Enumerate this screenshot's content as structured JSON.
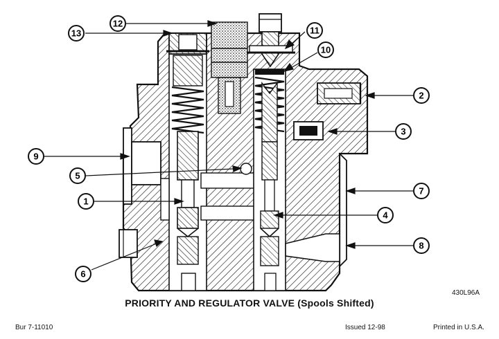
{
  "diagram": {
    "title": "PRIORITY AND REGULATOR VALVE (Spools Shifted)",
    "figure_id": "430L96A",
    "callouts": [
      "1",
      "2",
      "3",
      "4",
      "5",
      "6",
      "7",
      "8",
      "9",
      "10",
      "11",
      "12",
      "13"
    ]
  },
  "footer": {
    "left": "Bur 7-11010",
    "issued": "Issued 12-98",
    "printed": "Printed in U.S.A."
  },
  "colors": {
    "ink": "#111111",
    "paper": "#ffffff",
    "stipple": "#555555"
  }
}
